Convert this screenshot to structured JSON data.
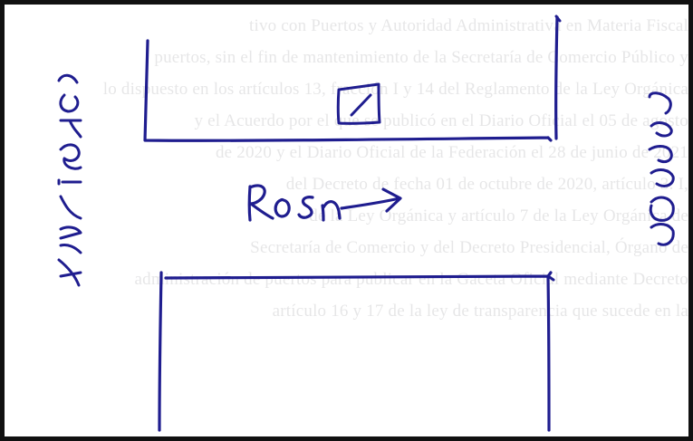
{
  "sketch": {
    "label_center": "Rosa",
    "label_left": "Cristina",
    "label_right": "Juana"
  },
  "reverse_bleed_lines": [
    "tivo con Puertos y Autoridad Administrativa en Materia Fiscal",
    "puertos, sin el fin de mantenimiento de la Secretaría de Comercio Público y",
    "lo dispuesto en los artículos 13, fracción I y 14 del Reglamento de la Ley Orgánica",
    "y el Acuerdo por el que se publicó en el Diario Oficial el 05 de agosto",
    "de 2020 y el Diario Oficial de la Federación el 28 de junio de 2021",
    "del Decreto de fecha 01 de octubre de 2020, artículo 3. I,",
    "de la Ley Orgánica y artículo 7 de la Ley Orgánica de",
    "Secretaría de Comercio y del Decreto Presidencial, Órgano de",
    "administración de puertos para publicar en la Gaceta Oficial mediante Decreto",
    "artículo 16 y 17 de la ley de transparencia que sucede en la"
  ]
}
